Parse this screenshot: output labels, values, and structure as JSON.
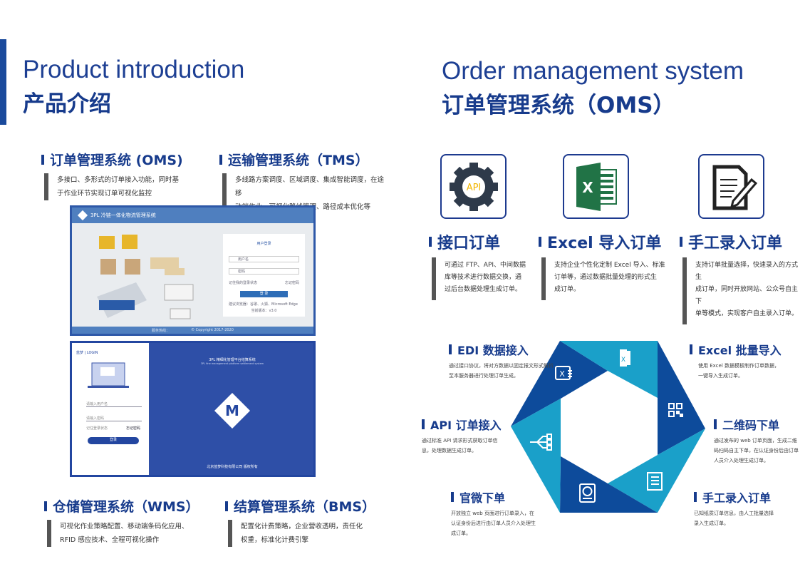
{
  "left": {
    "title_en": "Product introduction",
    "title_cn": "产品介绍",
    "sections": [
      {
        "title": "订单管理系统 (OMS)",
        "lines": [
          "多接口、多形式的订单接入功能，同时基",
          "于作业环节实现订单可视化监控"
        ]
      },
      {
        "title": "运输管理系统（TMS）",
        "lines": [
          "多线路方案调度、区域调度、集成智能调度，在途移",
          "动端作业、可视化路线管理、路径成本优化等"
        ]
      },
      {
        "title": "仓储管理系统（WMS）",
        "lines": [
          "可视化作业策略配置、移动端条码化应用、",
          "RFID 感应技术、全程可视化操作"
        ]
      },
      {
        "title": "结算管理系统（BMS）",
        "lines": [
          "配置化计费策略，企业营收透明，责任化",
          "权重，标准化计费引擎"
        ]
      }
    ],
    "screenshot1": {
      "app_title": "3PL 冷链一体化物流管理系统",
      "login_title": "用户登录",
      "username_placeholder": "用户名",
      "password_placeholder": "密码",
      "remember": "记住我的登录状态",
      "forgot": "忘记密码",
      "login_button": "登 录",
      "browser_hint": "建议浏览器：谷歌、火狐、Microsoft Edge",
      "version": "当前版本：v3.0",
      "footer_left": "服务热线：",
      "footer_right": "© Copyright 2017-2020"
    },
    "screenshot2": {
      "brand": "蓝梦 | LOGIN",
      "username_placeholder": "请输入用户名",
      "password_placeholder": "请输入密码",
      "remember": "记住登录状态",
      "forgot": "忘记密码",
      "login_button": "登录",
      "app_title": "3PL 精细化管理平台结算系统",
      "app_subtitle": "3PL fine management platform settlement system",
      "copyright": "北京蓝梦科技有限公司 版权所有"
    }
  },
  "right": {
    "title_en": "Order management system",
    "title_cn": "订单管理系统（OMS）",
    "features": [
      {
        "icon": "api-gear-icon",
        "icon_text": "API",
        "title": "接口订单",
        "lines": [
          "可通过 FTP、API、中间数据",
          "库等技术进行数据交换，通",
          "过后台数据处理生成订单。"
        ]
      },
      {
        "icon": "excel-icon",
        "icon_text": "X",
        "title": "Excel 导入订单",
        "lines": [
          "支持企业个性化定制 Excel 导入、标准",
          "订单等，通过数据批量处理的形式生",
          "成订单。"
        ]
      },
      {
        "icon": "manual-entry-icon",
        "title": "手工录入订单",
        "lines": [
          "支持订单批量选择，快速录入的方式生",
          "成订单，同时开放网站、公众号自主下",
          "单等模式，实现客户自主录入订单。"
        ]
      }
    ],
    "channels": [
      {
        "title": "EDI 数据接入",
        "desc": "通过接口协议，将对方数据以固定报文形式解析至本服务器进行处理订单生成。"
      },
      {
        "title": "Excel 批量导入",
        "desc": "使用 Excel 数据模板制作订单数据，一键导入生成订单。"
      },
      {
        "title": "API 订单接入",
        "desc": "通过标准 API 请求形式获取订单信息，处理数据生成订单。"
      },
      {
        "title": "二维码下单",
        "desc": "通过发布的 web 订单页面，生成二维码扫码自主下单，在认证身份后由订单人员介入处理生成订单。"
      },
      {
        "title": "官微下单",
        "desc": "开放独立 web 页面进行订单录入，在认证身份后进行由订单人员介入处理生成订单。"
      },
      {
        "title": "手工录入订单",
        "desc": "已知纸质订单信息，由人工批量选择录入生成订单。"
      }
    ],
    "colors": {
      "dark": "#0d4b9b",
      "light": "#1aa0c9",
      "navy": "#173b8c"
    }
  }
}
